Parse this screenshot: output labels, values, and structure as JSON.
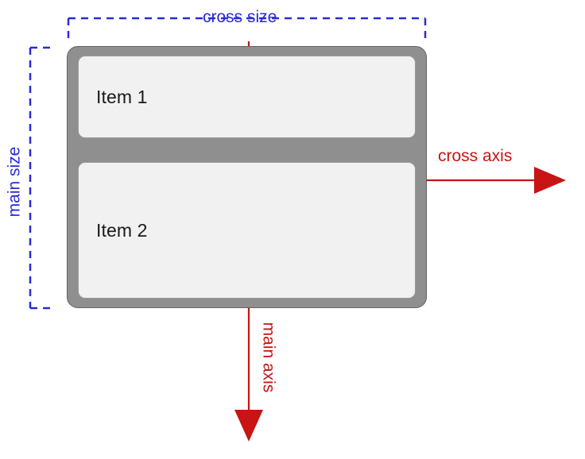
{
  "diagram": {
    "title": "flexbox main axis and cross axis (column direction)",
    "background_color": "#ffffff",
    "container": {
      "name": "flex-container",
      "fill_color": "#8f8f8f",
      "border_color": "#636363",
      "items": [
        {
          "label": "Item 1",
          "fill_color": "#f1f1f1",
          "border_color": "#9a9a9a"
        },
        {
          "label": "Item 2",
          "fill_color": "#f1f1f1",
          "border_color": "#9a9a9a"
        }
      ]
    },
    "measurements": {
      "color": "#2b2bd8",
      "cross_size_label": "cross size",
      "main_size_label": "main size"
    },
    "axes": {
      "color": "#c81414",
      "cross_axis_label": "cross axis",
      "main_axis_label": "main axis",
      "cross_axis_direction": "right",
      "main_axis_direction": "down"
    }
  }
}
